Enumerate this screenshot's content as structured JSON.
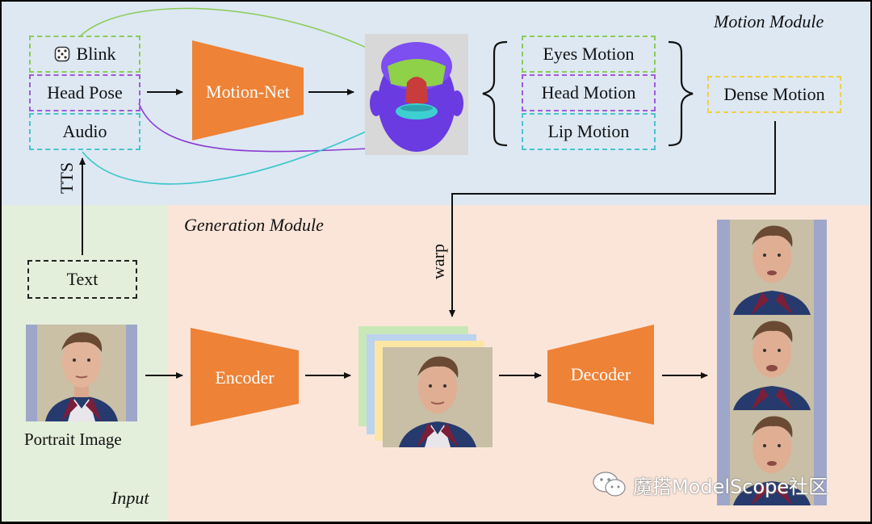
{
  "modules": {
    "motion": "Motion Module",
    "generation": "Generation Module",
    "input": "Input"
  },
  "inputs": {
    "blink": "Blink",
    "head_pose": "Head Pose",
    "audio": "Audio",
    "text": "Text",
    "tts": "TTS",
    "portrait": "Portrait Image"
  },
  "networks": {
    "motion_net": "Motion-Net",
    "encoder": "Encoder",
    "decoder": "Decoder"
  },
  "motions": {
    "eyes": "Eyes Motion",
    "head": "Head Motion",
    "lip": "Lip Motion",
    "dense": "Dense Motion"
  },
  "labels": {
    "warp": "warp"
  },
  "watermark": "魔搭ModelScope社区",
  "colors": {
    "orange": "#ee8236",
    "green": "#8ccb5a",
    "purple": "#a25ad9",
    "cyan": "#4cc3cc",
    "yellow": "#f0cf47"
  }
}
